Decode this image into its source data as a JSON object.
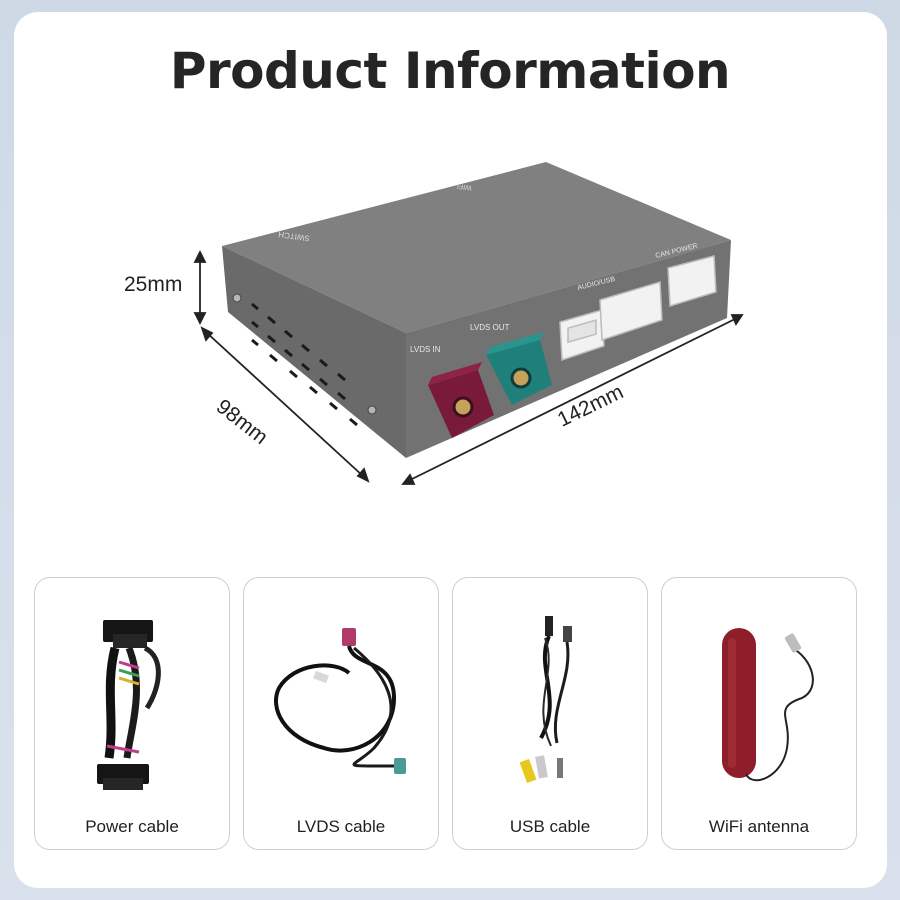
{
  "title": "Product Information",
  "product": {
    "port_labels": {
      "switch": "SWITCH",
      "wifi": "WIFI",
      "lvds_in": "LVDS IN",
      "lvds_out": "LVDS OUT",
      "audio_usb": "AUDIO/USB",
      "can_power": "CAN POWER"
    },
    "dimensions": {
      "height": "25mm",
      "depth": "98mm",
      "width": "142mm"
    }
  },
  "accessories": [
    {
      "label": "Power cable"
    },
    {
      "label": "LVDS cable"
    },
    {
      "label": "USB cable"
    },
    {
      "label": "WiFi antenna"
    }
  ],
  "colors": {
    "box_top": "#7d7d7d",
    "box_front": "#6c6c6c",
    "lvds_in_connector": "#7a1a3a",
    "lvds_out_connector": "#1f7f7a"
  }
}
